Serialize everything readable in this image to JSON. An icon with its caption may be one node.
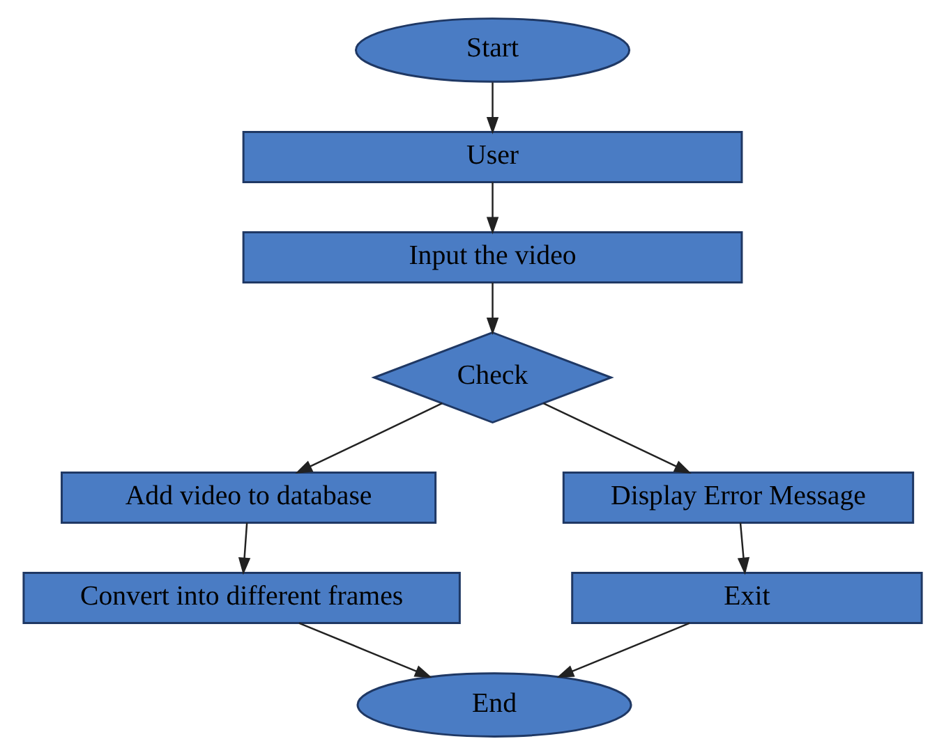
{
  "diagram": {
    "nodes": [
      {
        "text": [
          "Start"
        ]
      },
      {
        "text": [
          "User"
        ]
      },
      {
        "text": [
          "Input the video"
        ]
      },
      {
        "text": [
          "Check"
        ]
      },
      {
        "text": [
          "Add video to database"
        ]
      },
      {
        "text": [
          "Convert into different frames"
        ]
      },
      {
        "text": [
          "Display Error Message"
        ]
      },
      {
        "text": [
          "Exit"
        ]
      },
      {
        "text": [
          "End"
        ]
      }
    ],
    "edges": [
      {
        "from": 0,
        "to": 1,
        "arrow": "to"
      },
      {
        "from": 1,
        "to": 2,
        "arrow": "to"
      },
      {
        "from": 2,
        "to": 3,
        "arrow": "to"
      },
      {
        "from": 3,
        "to": 4,
        "arrow": "to"
      },
      {
        "from": 3,
        "to": 6,
        "arrow": "to"
      },
      {
        "from": 4,
        "to": 5,
        "arrow": "to"
      },
      {
        "from": 6,
        "to": 7,
        "arrow": "to"
      },
      {
        "from": 5,
        "to": 8,
        "arrow": "to"
      },
      {
        "from": 7,
        "to": 8,
        "arrow": "to"
      }
    ]
  }
}
